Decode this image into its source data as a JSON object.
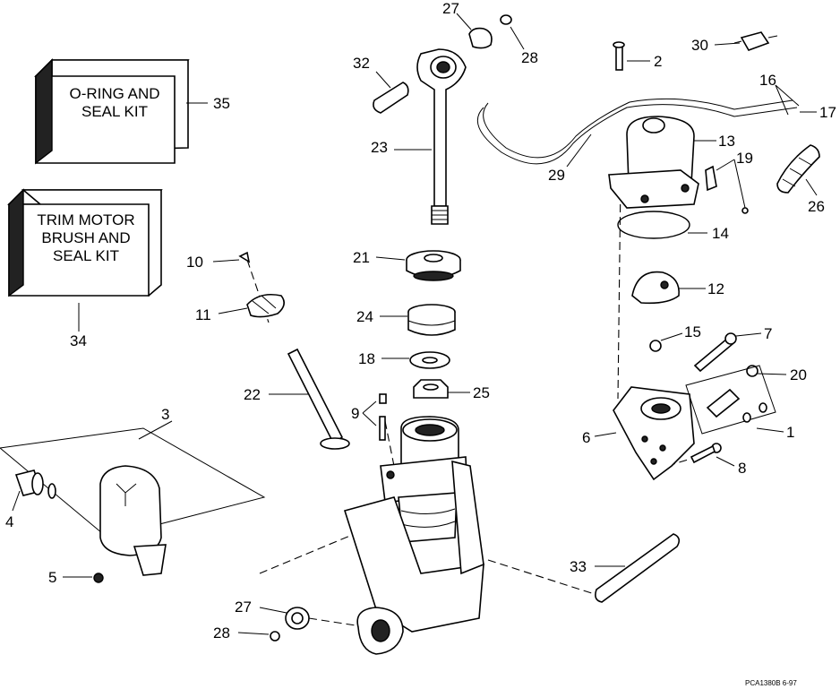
{
  "kits": {
    "oring": {
      "line1": "O-RING AND",
      "line2": "SEAL KIT"
    },
    "trim": {
      "line1": "TRIM MOTOR",
      "line2": "BRUSH AND",
      "line3": "SEAL KIT"
    }
  },
  "labels": {
    "p1": "1",
    "p2": "2",
    "p3": "3",
    "p4": "4",
    "p5": "5",
    "p6": "6",
    "p7": "7",
    "p8": "8",
    "p9": "9",
    "p10": "10",
    "p11": "11",
    "p12": "12",
    "p13": "13",
    "p14": "14",
    "p15": "15",
    "p16": "16",
    "p17": "17",
    "p18": "18",
    "p19": "19",
    "p20": "20",
    "p21": "21",
    "p22": "22",
    "p23": "23",
    "p24": "24",
    "p25": "25",
    "p26": "26",
    "p27a": "27",
    "p27b": "27",
    "p28a": "28",
    "p28b": "28",
    "p29": "29",
    "p30": "30",
    "p32": "32",
    "p33": "33",
    "p34": "34",
    "p35": "35"
  },
  "reference": "PCA1380B 6-97"
}
